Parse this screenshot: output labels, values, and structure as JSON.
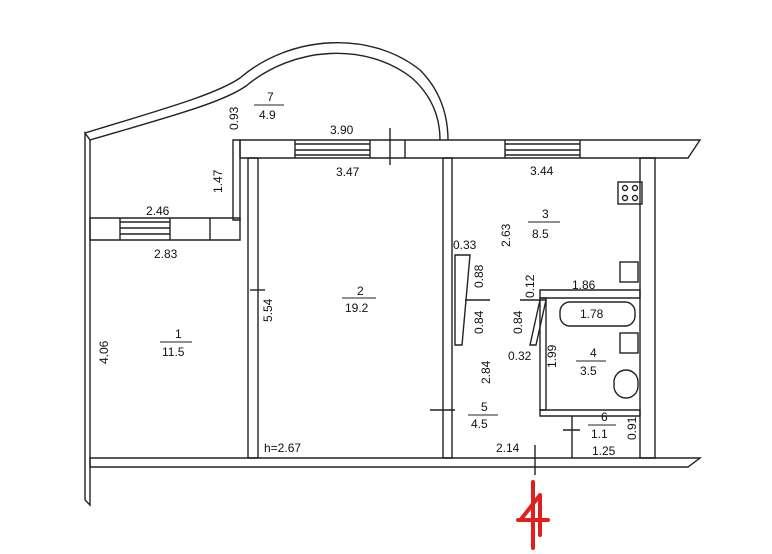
{
  "rooms": [
    {
      "number": "1",
      "area": "11.5"
    },
    {
      "number": "2",
      "area": "19.2"
    },
    {
      "number": "3",
      "area": "8.5"
    },
    {
      "number": "4",
      "area": "3.5"
    },
    {
      "number": "5",
      "area": "4.5"
    },
    {
      "number": "6",
      "area": "1.1"
    },
    {
      "number": "7",
      "area": "4.9"
    }
  ],
  "dimensions": {
    "d_0_93": "0.93",
    "d_3_90": "3.90",
    "d_1_47": "1.47",
    "d_3_47": "3.47",
    "d_3_44": "3.44",
    "d_2_46": "2.46",
    "d_2_83": "2.83",
    "d_2_63": "2.63",
    "d_0_33": "0.33",
    "d_0_88": "0.88",
    "d_0_12": "0.12",
    "d_1_86": "1.86",
    "d_1_78": "1.78",
    "d_5_54": "5.54",
    "d_0_84_a": "0.84",
    "d_0_84_b": "0.84",
    "d_4_06": "4.06",
    "d_0_32": "0.32",
    "d_1_99": "1.99",
    "d_2_84": "2.84",
    "d_0_91": "0.91",
    "d_2_14": "2.14",
    "d_1_25": "1.25"
  },
  "ceiling_height": "h=2.67",
  "marker": {
    "text": "4",
    "color": "#e0201e"
  },
  "colors": {
    "line": "#222222"
  }
}
